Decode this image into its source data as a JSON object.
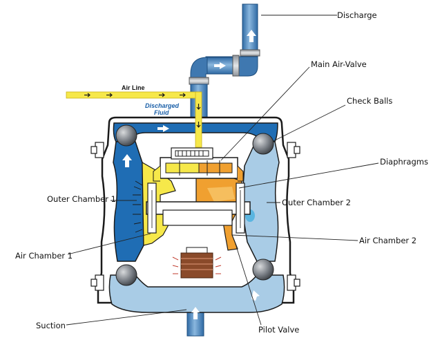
{
  "labels": {
    "discharge": "Discharge",
    "main_air_valve": "Main Air-Valve",
    "check_balls": "Check Balls",
    "diaphragms": "Diaphragms",
    "outer_chamber_1": "Outer Chamber 1",
    "outer_chamber_2": "Outer Chamber 2",
    "air_chamber_1": "Air Chamber 1",
    "air_chamber_2": "Air Chamber 2",
    "suction": "Suction",
    "pilot_valve": "Pilot Valve",
    "air_line": "Air Line",
    "discharged_fluid_1": "Discharged",
    "discharged_fluid_2": "Fluid"
  },
  "colors": {
    "dark_fluid": "#1f6db4",
    "light_fluid": "#a9cce6",
    "air": "#f6e84a",
    "pipe": "#4d86bd",
    "ball": "#6b7078",
    "casing": "#1a1a1a",
    "valve_body": "#f0a030"
  }
}
